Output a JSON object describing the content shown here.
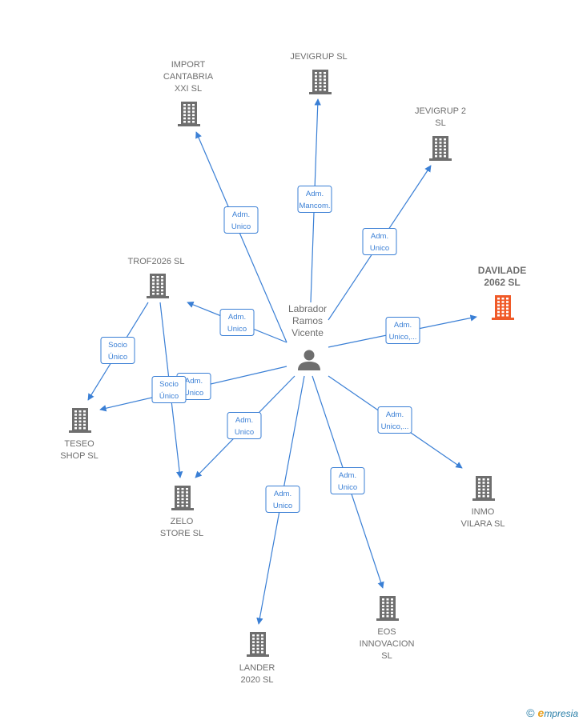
{
  "center": {
    "name_lines": [
      "Labrador",
      "Ramos",
      "Vicente"
    ],
    "icon": "person-icon"
  },
  "companies": [
    {
      "id": "import_cantabria",
      "lines": [
        "IMPORT",
        "CANTABRIA",
        "XXI SL"
      ],
      "icon": "building-icon",
      "color": "#6e6e6e"
    },
    {
      "id": "jevigrup",
      "lines": [
        "JEVIGRUP SL"
      ],
      "icon": "building-icon",
      "color": "#6e6e6e"
    },
    {
      "id": "jevigrup2",
      "lines": [
        "JEVIGRUP 2",
        "SL"
      ],
      "icon": "building-icon",
      "color": "#6e6e6e"
    },
    {
      "id": "davilade",
      "lines": [
        "DAVILADE",
        "2062  SL"
      ],
      "icon": "building-icon",
      "color": "#f05a28",
      "highlight": true
    },
    {
      "id": "trof2026",
      "lines": [
        "TROF2026  SL"
      ],
      "icon": "building-icon",
      "color": "#6e6e6e"
    },
    {
      "id": "teseo",
      "lines": [
        "TESEO",
        "SHOP  SL"
      ],
      "icon": "building-icon",
      "color": "#6e6e6e"
    },
    {
      "id": "zelo",
      "lines": [
        "ZELO",
        "STORE  SL"
      ],
      "icon": "building-icon",
      "color": "#6e6e6e"
    },
    {
      "id": "inmo",
      "lines": [
        "INMO",
        "VILARA  SL"
      ],
      "icon": "building-icon",
      "color": "#6e6e6e"
    },
    {
      "id": "lander",
      "lines": [
        "LANDER",
        "2020  SL"
      ],
      "icon": "building-icon",
      "color": "#6e6e6e"
    },
    {
      "id": "eos",
      "lines": [
        "EOS",
        "INNOVACION",
        "SL"
      ],
      "icon": "building-icon",
      "color": "#6e6e6e"
    }
  ],
  "edges": [
    {
      "id": "e_import",
      "lines": [
        "Adm.",
        "Unico"
      ]
    },
    {
      "id": "e_jevigrup",
      "lines": [
        "Adm.",
        "Mancom."
      ]
    },
    {
      "id": "e_jevigrup2",
      "lines": [
        "Adm.",
        "Unico"
      ]
    },
    {
      "id": "e_davilade",
      "lines": [
        "Adm.",
        "Unico,..."
      ]
    },
    {
      "id": "e_trof",
      "lines": [
        "Adm.",
        "Unico"
      ]
    },
    {
      "id": "e_teseo_person",
      "lines": [
        "Adm.",
        "Unico"
      ]
    },
    {
      "id": "e_trof_teseo",
      "lines": [
        "Socio",
        "Único"
      ]
    },
    {
      "id": "e_trof_zelo",
      "lines": [
        "Socio",
        "Único"
      ]
    },
    {
      "id": "e_zelo",
      "lines": [
        "Adm.",
        "Unico"
      ]
    },
    {
      "id": "e_inmo",
      "lines": [
        "Adm.",
        "Unico,..."
      ]
    },
    {
      "id": "e_lander",
      "lines": [
        "Adm.",
        "Unico"
      ]
    },
    {
      "id": "e_eos",
      "lines": [
        "Adm.",
        "Unico"
      ]
    }
  ],
  "footer": {
    "copyright": "©",
    "brand_initial": "e",
    "brand_rest": "mpresia"
  },
  "colors": {
    "edge": "#3a7fd5",
    "node": "#6e6e6e",
    "highlight": "#f05a28"
  }
}
